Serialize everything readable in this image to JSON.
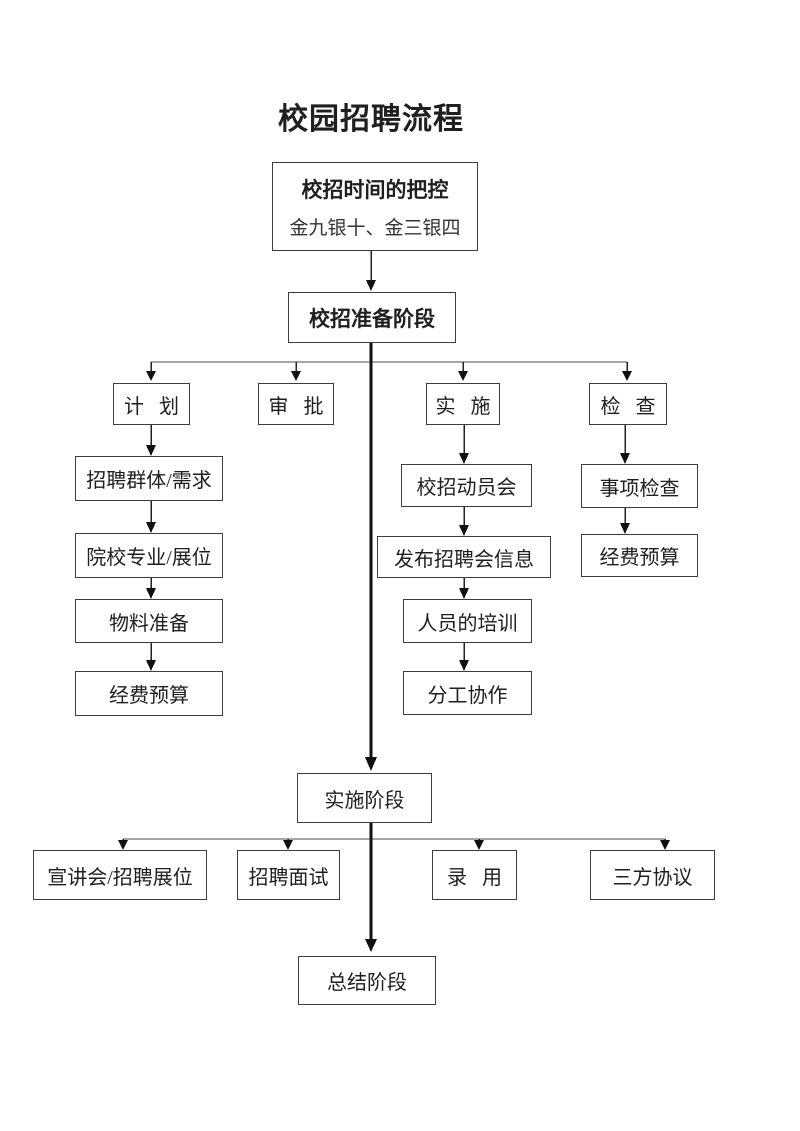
{
  "page": {
    "title": "校园招聘流程"
  },
  "flow": {
    "time_box": {
      "title": "校招时间的把控",
      "subtitle": "金九银十、金三银四"
    },
    "prep_stage": {
      "label": "校招准备阶段"
    },
    "branches": [
      {
        "header": "计 划",
        "steps": [
          "招聘群体/需求",
          "院校专业/展位",
          "物料准备",
          "经费预算"
        ]
      },
      {
        "header": "审 批",
        "steps": []
      },
      {
        "header": "实 施",
        "steps": [
          "校招动员会",
          "发布招聘会信息",
          "人员的培训",
          "分工协作"
        ]
      },
      {
        "header": "检 查",
        "steps": [
          "事项检查",
          "经费预算"
        ]
      }
    ],
    "exec_stage": {
      "label": "实施阶段"
    },
    "exec_items": [
      "宣讲会/招聘展位",
      "招聘面试",
      "录 用",
      "三方协议"
    ],
    "summary_stage": {
      "label": "总结阶段"
    }
  },
  "colors": {
    "background": "#ffffff",
    "text": "#1f1f1f",
    "box_border": "#3d3d3d",
    "connector": "#1a1a1a"
  }
}
